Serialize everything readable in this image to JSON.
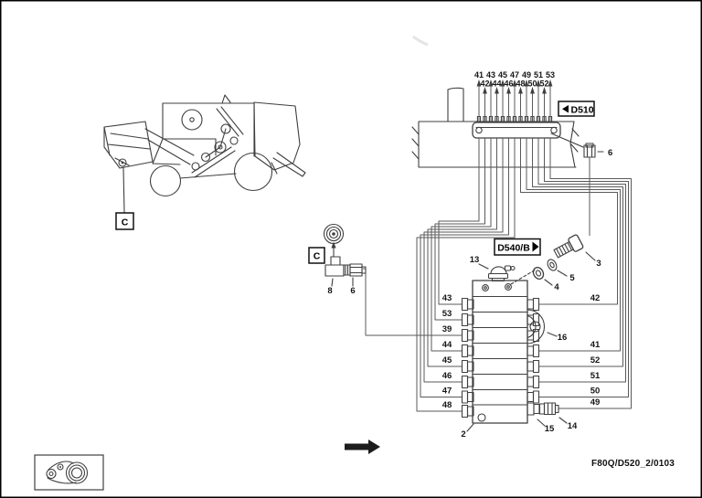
{
  "figure": {
    "code": "F80Q/D520_2/0103"
  },
  "location_refs": {
    "machine_box": "C",
    "sensor_box": "C"
  },
  "connector_d510": {
    "name": "D510",
    "pointer": "left",
    "pin_numbers_top": [
      "41",
      "43",
      "45",
      "47",
      "49",
      "51",
      "53"
    ],
    "pin_numbers_bottom": [
      "42",
      "44",
      "46",
      "48",
      "50",
      "52"
    ]
  },
  "valve_block_d540": {
    "name": "D540/B",
    "pointer": "right",
    "left_port_wires": [
      "43",
      "53",
      "39",
      "44",
      "45",
      "46",
      "47",
      "48"
    ],
    "right_port_wires": [
      "42",
      "41",
      "52",
      "51",
      "50",
      "49"
    ]
  },
  "part_callouts": {
    "valve_block": "2",
    "bolt": "3",
    "nut": "4",
    "washer": "5",
    "bulkhead_fitting": "6",
    "sensor_fitting": "6",
    "sensor_elbow": "8",
    "cap": "13",
    "plug": "14",
    "adapter": "15",
    "eyelet": "16"
  }
}
